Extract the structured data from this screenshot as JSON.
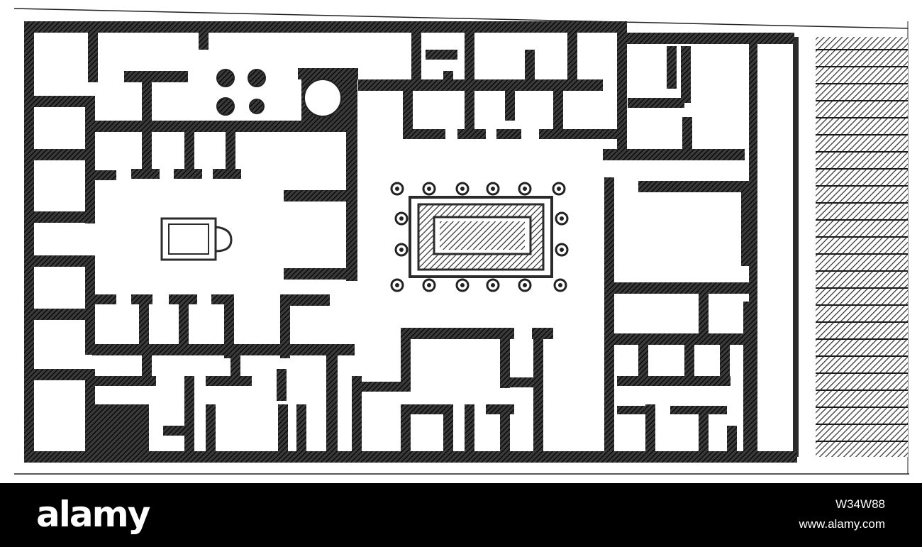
{
  "plan": {
    "wall_color": "#2b2b2b",
    "hatch_color": "#1a1a1a",
    "paper_color": "#ffffff",
    "icon": "floor-plan-drawing"
  },
  "footer": {
    "brand": "alamy",
    "image_id": "W34W88",
    "url": "www.alamy.com",
    "background": "#000000",
    "text_color": "#ffffff"
  }
}
